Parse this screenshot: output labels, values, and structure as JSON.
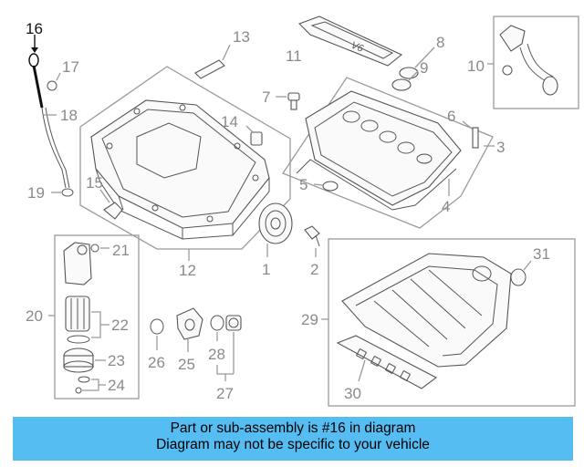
{
  "callouts": {
    "c1": "1",
    "c2": "2",
    "c3": "3",
    "c4": "4",
    "c5": "5",
    "c6": "6",
    "c7": "7",
    "c8": "8",
    "c9": "9",
    "c10": "10",
    "c11": "11",
    "c12": "12",
    "c13": "13",
    "c14": "14",
    "c15": "15",
    "c16": "16",
    "c17": "17",
    "c18": "18",
    "c19": "19",
    "c20": "20",
    "c21": "21",
    "c22": "22",
    "c23": "23",
    "c24": "24",
    "c25": "25",
    "c26": "26",
    "c27": "27",
    "c28": "28",
    "c29": "29",
    "c30": "30",
    "c31": "31"
  },
  "highlight_callout": "16",
  "cover_text": "V6",
  "banner": {
    "line1": "Part or sub-assembly is #16 in diagram",
    "line2": "Diagram may not be specific to your vehicle",
    "color": "#55bdf2"
  },
  "colors": {
    "callout": "#8a8a8a",
    "highlight": "#111111"
  }
}
